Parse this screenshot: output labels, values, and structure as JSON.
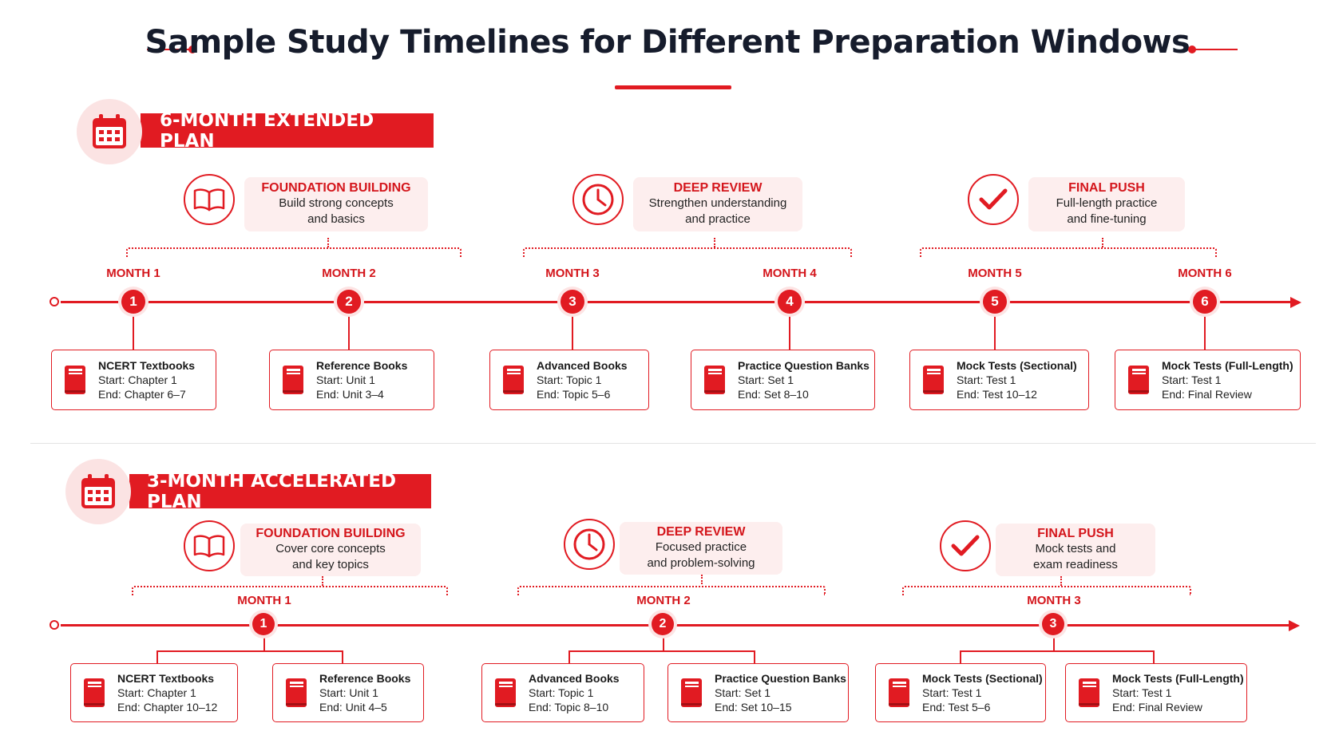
{
  "header": {
    "title": "Sample Study Timelines for Different Preparation Windows"
  },
  "plans": [
    {
      "title": "6-MONTH EXTENDED PLAN",
      "phases": [
        {
          "title": "FOUNDATION BUILDING",
          "desc1": "Build strong concepts",
          "desc2": "and basics",
          "icon": "open-book-icon"
        },
        {
          "title": "DEEP REVIEW",
          "desc1": "Strengthen understanding",
          "desc2": "and practice",
          "icon": "clock-icon"
        },
        {
          "title": "FINAL PUSH",
          "desc1": "Full-length practice",
          "desc2": "and fine-tuning",
          "icon": "checkmark-icon"
        }
      ],
      "months": [
        {
          "label": "MONTH 1",
          "num": "1"
        },
        {
          "label": "MONTH 2",
          "num": "2"
        },
        {
          "label": "MONTH 3",
          "num": "3"
        },
        {
          "label": "MONTH 4",
          "num": "4"
        },
        {
          "label": "MONTH 5",
          "num": "5"
        },
        {
          "label": "MONTH 6",
          "num": "6"
        }
      ],
      "cards": [
        {
          "title": "NCERT Textbooks",
          "start": "Start: Chapter 1",
          "end": "End: Chapter 6–7"
        },
        {
          "title": "Reference Books",
          "start": "Start: Unit 1",
          "end": "End: Unit 3–4"
        },
        {
          "title": "Advanced Books",
          "start": "Start: Topic 1",
          "end": "End: Topic 5–6"
        },
        {
          "title": "Practice Question Banks",
          "start": "Start: Set 1",
          "end": "End: Set 8–10"
        },
        {
          "title": "Mock Tests (Sectional)",
          "start": "Start: Test 1",
          "end": "End: Test 10–12"
        },
        {
          "title": "Mock Tests (Full-Length)",
          "start": "Start: Test 1",
          "end": "End: Final Review"
        }
      ]
    },
    {
      "title": "3-MONTH ACCELERATED PLAN",
      "phases": [
        {
          "title": "FOUNDATION BUILDING",
          "desc1": "Cover core concepts",
          "desc2": "and key topics",
          "icon": "open-book-icon"
        },
        {
          "title": "DEEP REVIEW",
          "desc1": "Focused practice",
          "desc2": "and problem-solving",
          "icon": "clock-icon"
        },
        {
          "title": "FINAL PUSH",
          "desc1": "Mock tests and",
          "desc2": "exam readiness",
          "icon": "checkmark-icon"
        }
      ],
      "months": [
        {
          "label": "MONTH 1",
          "num": "1"
        },
        {
          "label": "MONTH 2",
          "num": "2"
        },
        {
          "label": "MONTH 3",
          "num": "3"
        }
      ],
      "cards": [
        {
          "title": "NCERT Textbooks",
          "start": "Start: Chapter 1",
          "end": "End: Chapter 10–12"
        },
        {
          "title": "Reference Books",
          "start": "Start: Unit 1",
          "end": "End: Unit 4–5"
        },
        {
          "title": "Advanced Books",
          "start": "Start: Topic 1",
          "end": "End: Topic 8–10"
        },
        {
          "title": "Practice Question Banks",
          "start": "Start: Set 1",
          "end": "End: Set 10–15"
        },
        {
          "title": "Mock Tests (Sectional)",
          "start": "Start: Test 1",
          "end": "End: Test 5–6"
        },
        {
          "title": "Mock Tests (Full-Length)",
          "start": "Start: Test 1",
          "end": "End: Final Review"
        }
      ]
    }
  ],
  "colors": {
    "accent": "#e11b22",
    "phase_bg": "#fdeeee",
    "title": "#161c2c"
  }
}
